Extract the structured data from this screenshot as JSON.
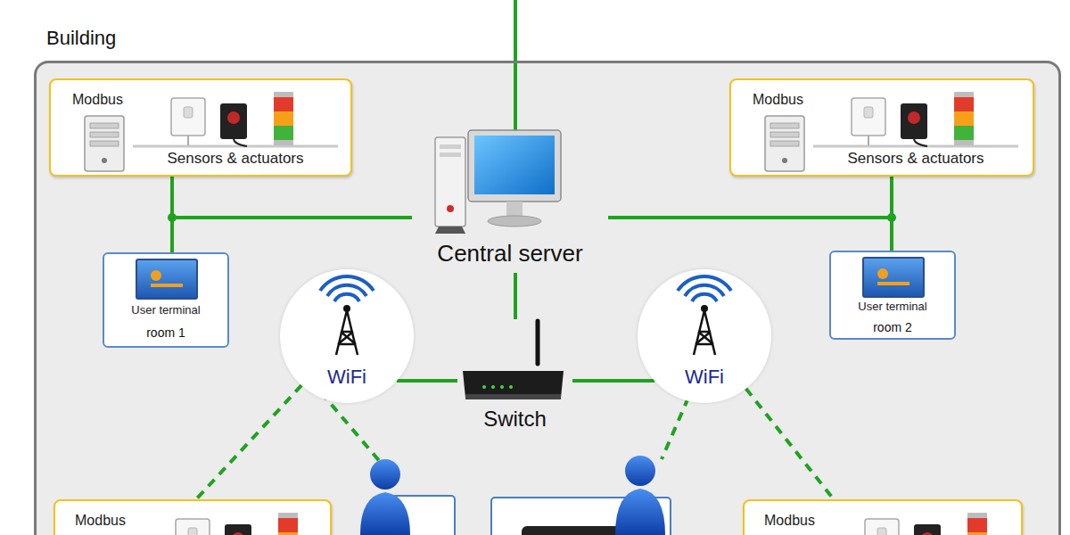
{
  "diagram": {
    "nodes": [
      {
        "text": [
          "Building"
        ]
      },
      {
        "text": [
          "Modbus",
          "Sensors & actuators"
        ],
        "in": 0
      },
      {
        "text": [
          "Modbus",
          "Sensors & actuators"
        ],
        "in": 0
      },
      {
        "text": [
          "Central server"
        ],
        "in": 0
      },
      {
        "text": [
          "User terminal",
          "room 1"
        ],
        "in": 0
      },
      {
        "text": [
          "User terminal",
          "room 2"
        ],
        "in": 0
      },
      {
        "text": [
          "WiFi"
        ],
        "in": 0
      },
      {
        "text": [
          "Switch"
        ],
        "in": 0
      },
      {
        "text": [
          "WiFi"
        ],
        "in": 0
      },
      {
        "text": [
          "Modbus"
        ],
        "in": 0
      },
      {
        "text": [
          "Modbus"
        ],
        "in": 0
      }
    ],
    "edges": [
      {
        "from": 1,
        "to": 3,
        "arrow": "none"
      },
      {
        "from": 4,
        "to": 3,
        "arrow": "none"
      },
      {
        "from": 2,
        "to": 3,
        "arrow": "none"
      },
      {
        "from": 5,
        "to": 3,
        "arrow": "none"
      },
      {
        "from": 3,
        "to": 7,
        "arrow": "none"
      },
      {
        "from": 6,
        "to": 7,
        "arrow": "none"
      },
      {
        "from": 8,
        "to": 7,
        "arrow": "none"
      },
      {
        "from": 6,
        "to": 9,
        "arrow": "none"
      },
      {
        "from": 8,
        "to": 10,
        "arrow": "none"
      }
    ]
  }
}
